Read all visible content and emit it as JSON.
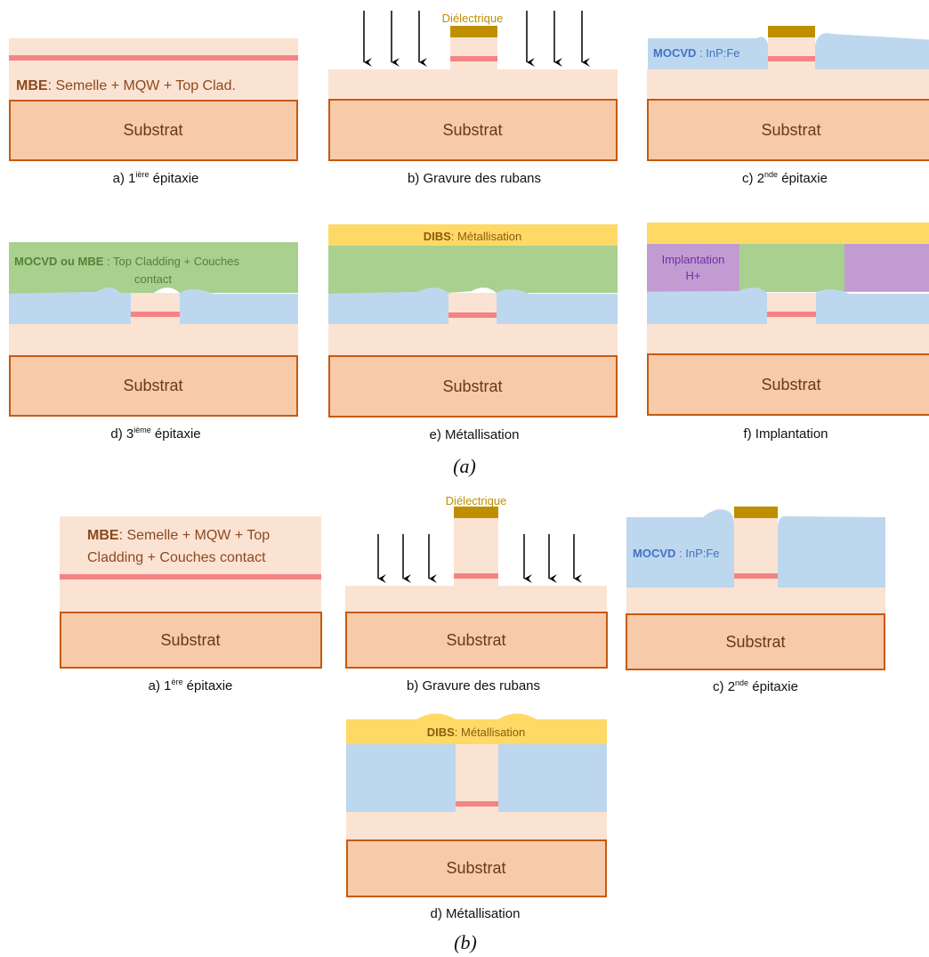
{
  "colors": {
    "layer": "#fbe3d4",
    "substrat": "#f7caa9",
    "substrat_border": "#c55a11",
    "mqw": "#f48484",
    "dielectric": "#bf8f00",
    "dielectric_text": "#bf8f00",
    "inp": "#bdd7ee",
    "inp_text": "#4472c4",
    "green": "#a9d08e",
    "green_text": "#548235",
    "metal": "#ffd966",
    "metal_text": "#8c5a0c",
    "implant": "#c39bd3",
    "implant_text": "#7030a0",
    "mbe_text": "#8c4a1c"
  },
  "common": {
    "substrat": "Substrat",
    "dielectrique": "Diélectrique",
    "cap_gravure": "b) Gravure des rubans"
  },
  "panel_a": {
    "label": "(a)",
    "a": {
      "mbe_bold": "MBE",
      "mbe_rest": ": Semelle + MQW + Top Clad.",
      "cap_pre": "a) 1",
      "cap_sup": "ière",
      "cap_post": " épitaxie"
    },
    "c": {
      "mocvd_bold": "MOCVD",
      "mocvd_rest": " : InP:Fe",
      "cap_pre": "c) 2",
      "cap_sup": "nde",
      "cap_post": " épitaxie"
    },
    "d": {
      "bold": "MOCVD ou MBE",
      "rest": " : Top Cladding + Couches",
      "line2": "contact",
      "cap_pre": "d) 3",
      "cap_sup": "ième",
      "cap_post": " épitaxie"
    },
    "e": {
      "dibs_bold": "DIBS",
      "dibs_rest": ": Métallisation",
      "cap": "e) Métallisation"
    },
    "f": {
      "implant_line1": "Implantation",
      "implant_line2": "H+",
      "cap": "f) Implantation"
    }
  },
  "panel_b": {
    "label": "(b)",
    "a": {
      "mbe_bold": "MBE",
      "mbe_rest": ": Semelle + MQW + Top",
      "mbe_line2": "Cladding + Couches contact",
      "cap_pre": "a) 1",
      "cap_sup": "ère",
      "cap_post": " épitaxie"
    },
    "c": {
      "mocvd_bold": "MOCVD",
      "mocvd_rest": " : InP:Fe",
      "cap_pre": "c) 2",
      "cap_sup": "nde",
      "cap_post": " épitaxie"
    },
    "d": {
      "dibs_bold": "DIBS",
      "dibs_rest": ": Métallisation",
      "cap": "d) Métallisation"
    }
  }
}
